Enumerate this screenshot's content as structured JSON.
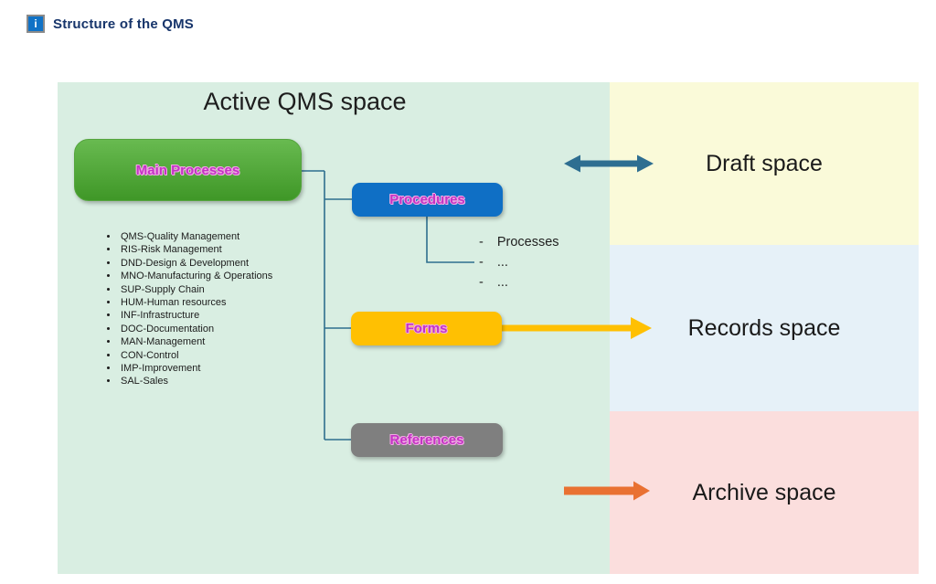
{
  "header": {
    "title": "Structure of the QMS",
    "info_icon_glyph": "i"
  },
  "active_space": {
    "title": "Active QMS space",
    "main_box_label": "Main Processes",
    "process_list": [
      "QMS-Quality Management",
      "RIS-Risk Management",
      "DND-Design & Development",
      "MNO-Manufacturing & Operations",
      "SUP-Supply Chain",
      "HUM-Human resources",
      "INF-Infrastructure",
      "DOC-Documentation",
      "MAN-Management",
      "CON-Control",
      "IMP-Improvement",
      "SAL-Sales"
    ],
    "boxes": {
      "procedures": "Procedures",
      "forms": "Forms",
      "references": "References"
    },
    "procedures_sublist": {
      "dash": "-",
      "items": [
        "Processes",
        "...",
        "..."
      ]
    }
  },
  "spaces": {
    "draft": {
      "label": "Draft space"
    },
    "records": {
      "label": "Records space"
    },
    "archive": {
      "label": "Archive space"
    }
  },
  "colors": {
    "active_panel_bg": "#D9EEE2",
    "draft_panel_bg": "#FAFAD9",
    "records_panel_bg": "#E6F1F8",
    "archive_panel_bg": "#FBDEDD",
    "main_box_green": "#4EA436",
    "procedures_blue": "#0F6FC5",
    "forms_yellow": "#FFC002",
    "references_gray": "#7F7F7F",
    "connector_teal": "#2E6E8E",
    "double_arrow_teal": "#2E6E91",
    "archive_arrow_orange": "#E97132",
    "box_label_magenta": "#C433C4",
    "header_navy": "#17356B"
  }
}
